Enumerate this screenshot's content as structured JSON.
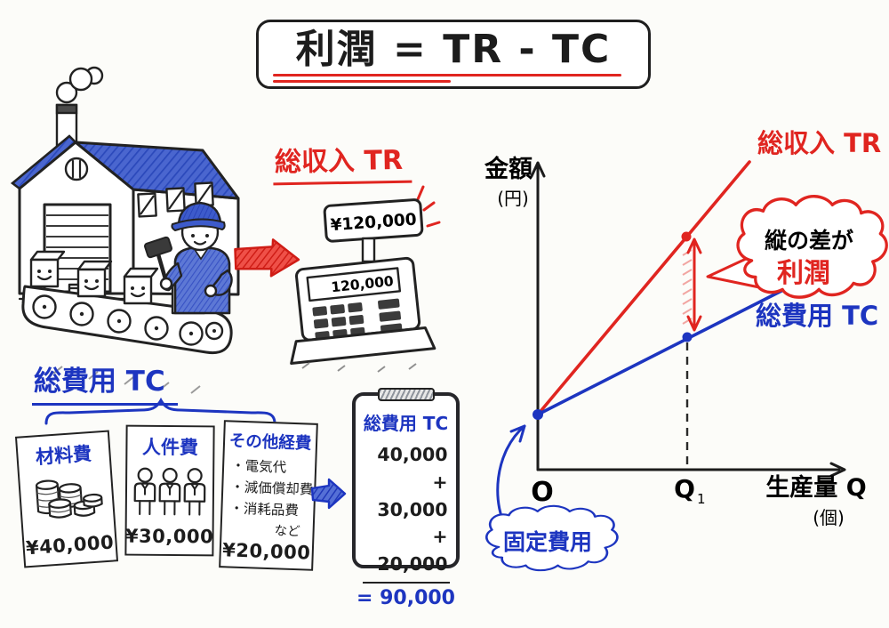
{
  "colors": {
    "red": "#e02520",
    "blue": "#1d35c0",
    "ink": "#1c1c1c",
    "roof_blue": "#4a66cf",
    "paper": "#fcfcf9"
  },
  "title": {
    "formula": "利潤 = TR - TC"
  },
  "revenue": {
    "label": "総収入 TR",
    "sign_value": "¥120,000",
    "display_value": "120,000"
  },
  "cost": {
    "label": "総費用 TC",
    "cards": [
      {
        "title": "材料費",
        "amount": "¥40,000"
      },
      {
        "title": "人件費",
        "amount": "¥30,000"
      },
      {
        "title": "その他経費",
        "items": [
          "・電気代",
          "・減価償却費",
          "・消耗品費"
        ],
        "etc": "など",
        "amount": "¥20,000"
      }
    ],
    "clipboard": {
      "title": "総費用 TC",
      "rows": [
        "40,000",
        "+ 30,000",
        "+ 20,000"
      ],
      "total": "= 90,000"
    }
  },
  "chart": {
    "ylabel": "金額",
    "ylabel_unit": "(円)",
    "xlabel": "生産量 Q",
    "xlabel_unit": "(個)",
    "origin": "O",
    "q_base": "Q",
    "q_sub": "1",
    "tr_label": "総収入 TR",
    "tc_label": "総費用 TC",
    "profit_note_top": "縦の差が",
    "profit_note_bottom": "利潤",
    "fixed_cost": "固定費用"
  },
  "chart_data": {
    "type": "line",
    "xlabel": "生産量 Q (個)",
    "ylabel": "金額 (円)",
    "x_ticks": [
      "O",
      "Q1"
    ],
    "series": [
      {
        "name": "総収入 TR",
        "color": "#e02520"
      },
      {
        "name": "総費用 TC",
        "color": "#1d35c0"
      }
    ],
    "annotations": [
      "縦の差が利潤",
      "固定費用"
    ]
  }
}
